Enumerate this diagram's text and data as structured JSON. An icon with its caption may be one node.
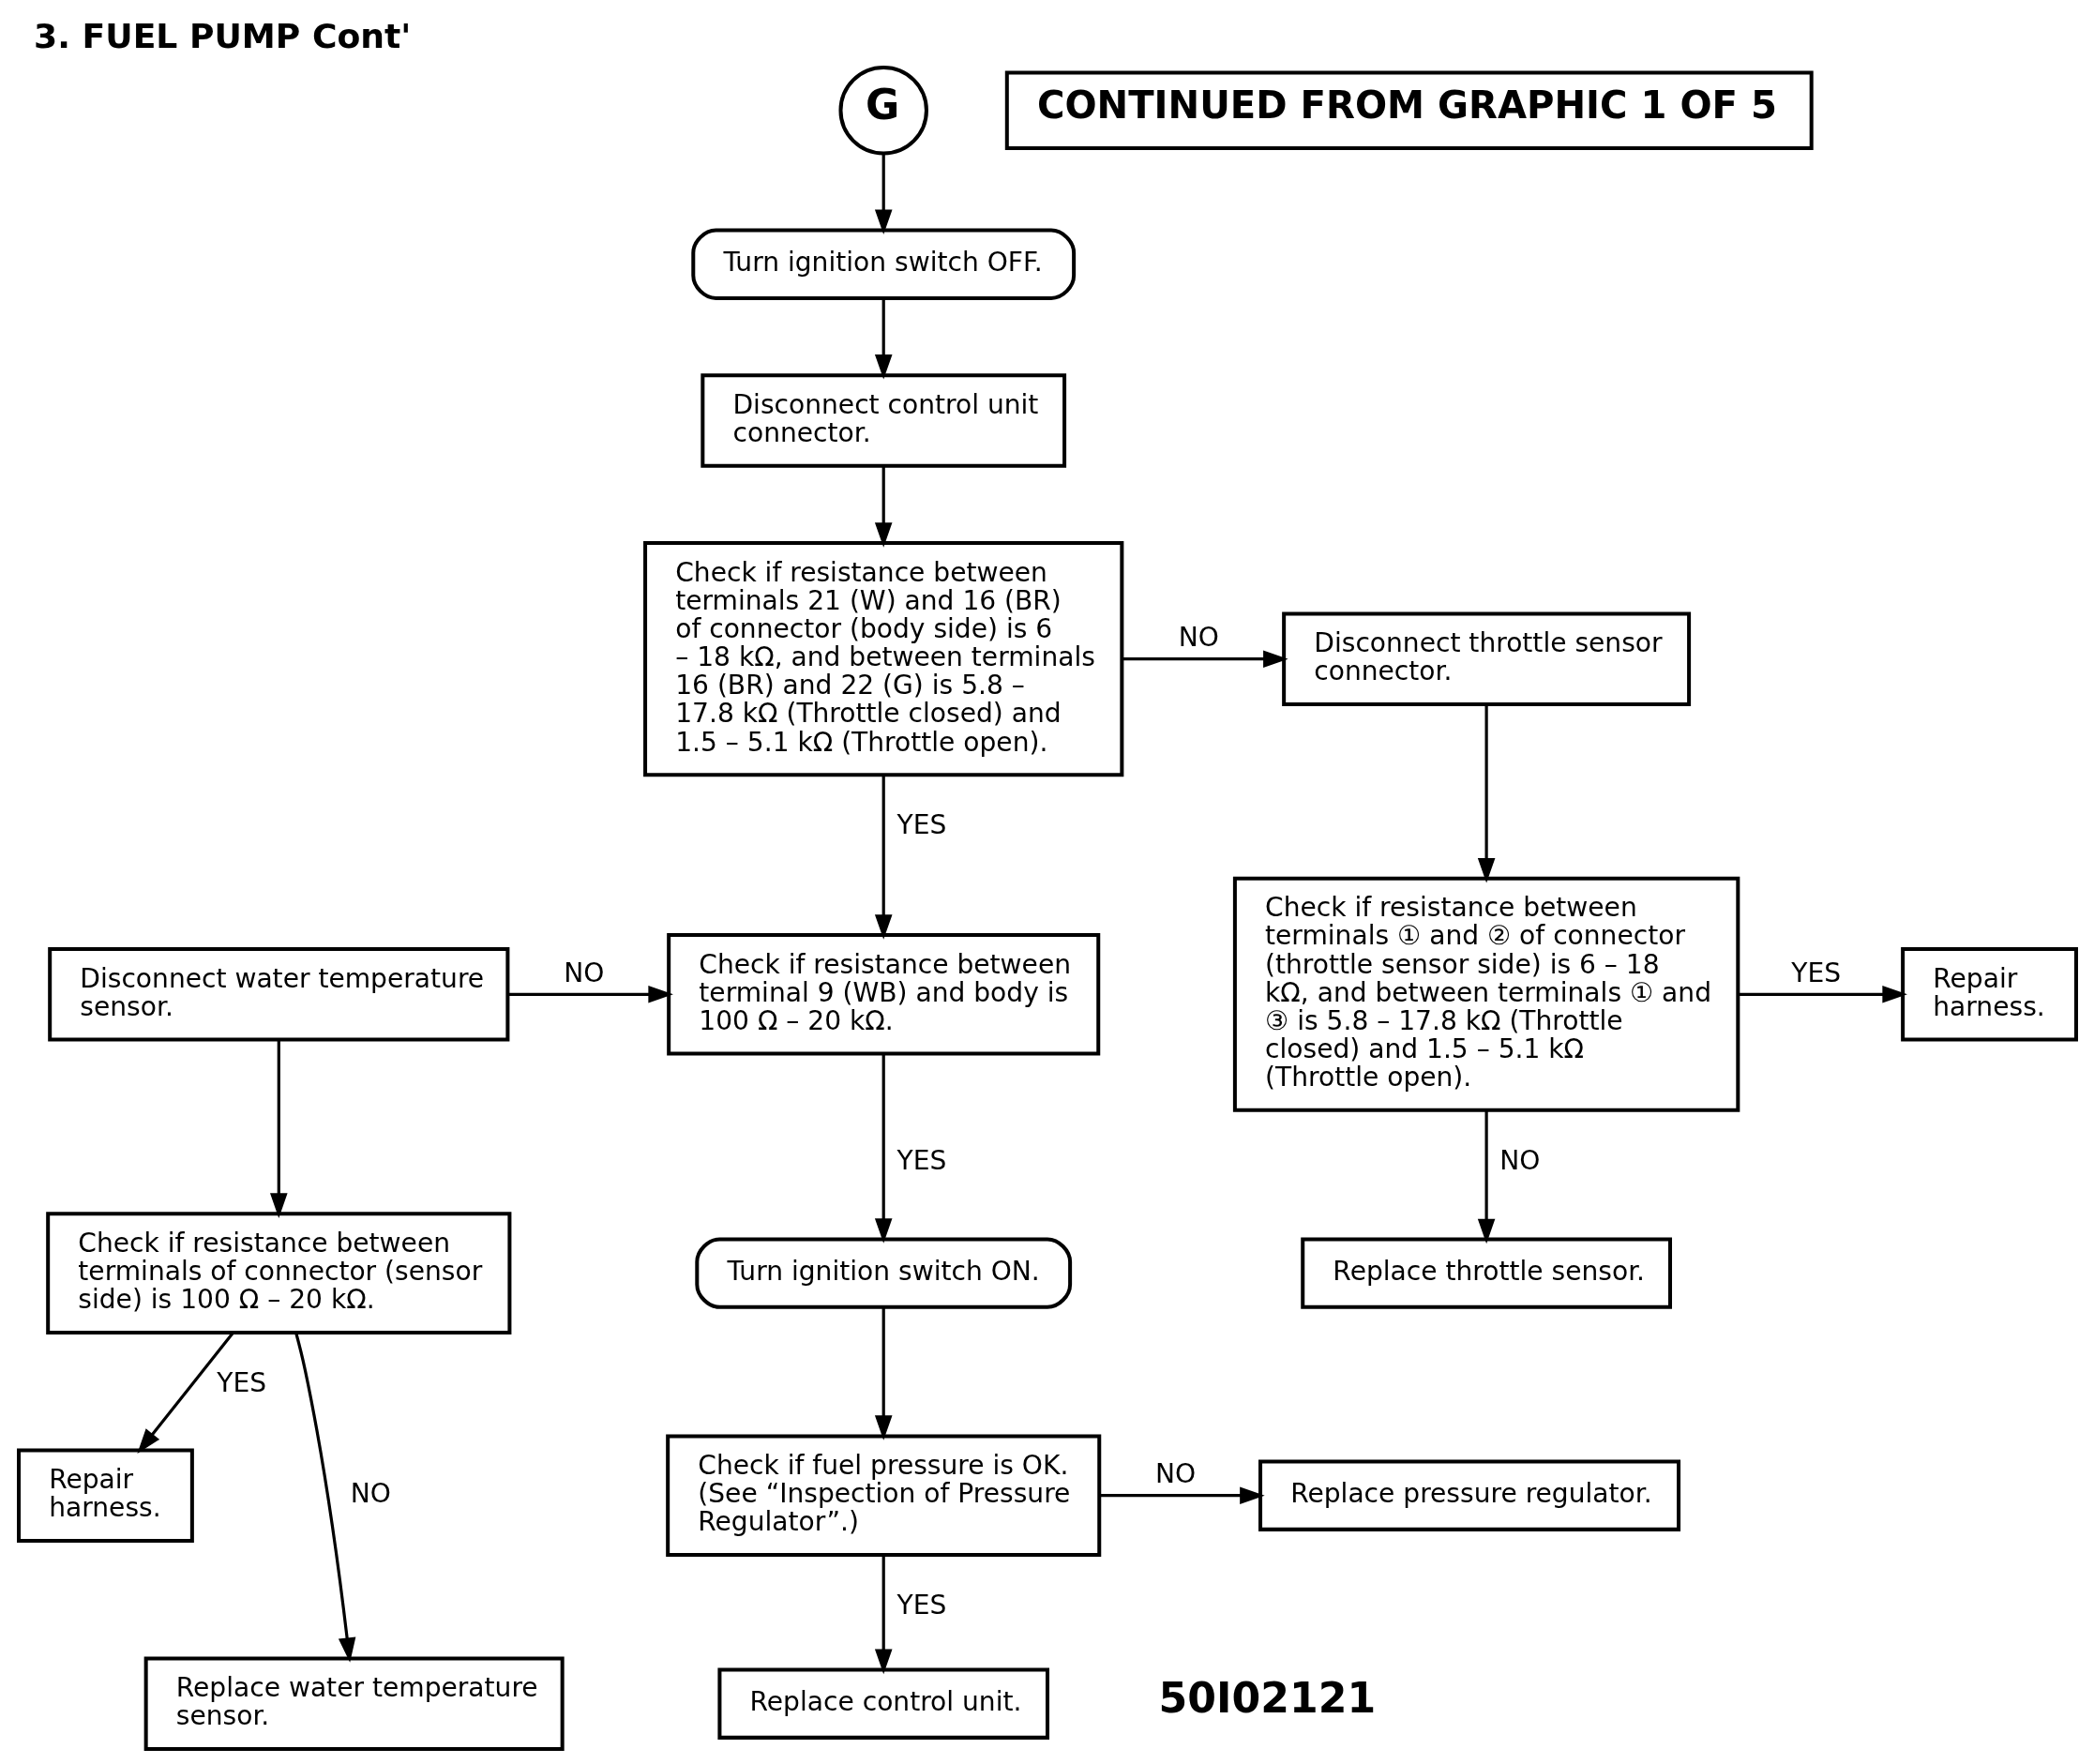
{
  "diagram": {
    "title": "3. FUEL PUMP Cont'",
    "nodes": [
      {
        "text": [
          "G"
        ]
      },
      {
        "text": [
          "CONTINUED FROM GRAPHIC 1 OF 5"
        ]
      },
      {
        "text": [
          "Turn ignition switch OFF."
        ]
      },
      {
        "text": [
          "Disconnect control unit connector."
        ]
      },
      {
        "text": [
          "Check if resistance between terminals 21 (W) and 16 (BR) of connector (body side) is 6 – 18 kΩ, and between terminals 16 (BR) and 22 (G) is 5.8 – 17.8 kΩ (Throttle closed) and 1.5 – 5.1 kΩ (Throttle open)."
        ]
      },
      {
        "text": [
          "Disconnect throttle sensor connector."
        ]
      },
      {
        "text": [
          "Check if resistance between terminals ① and ② of connector (throttle sensor side) is 6 – 18 kΩ, and between terminals ① and ③ is 5.8 – 17.8 kΩ (Throttle closed) and 1.5 – 5.1 kΩ (Throttle open)."
        ]
      },
      {
        "text": [
          "Repair harness."
        ]
      },
      {
        "text": [
          "Disconnect water temperature sensor."
        ]
      },
      {
        "text": [
          "Check if resistance between terminal 9 (WB) and body is 100 Ω – 20 kΩ."
        ]
      },
      {
        "text": [
          "Replace throttle sensor."
        ]
      },
      {
        "text": [
          "Check if resistance between terminals of connector (sensor side) is 100 Ω – 20 kΩ."
        ]
      },
      {
        "text": [
          "Turn ignition switch ON."
        ]
      },
      {
        "text": [
          "Repair harness."
        ]
      },
      {
        "text": [
          "Check if fuel pressure is OK. (See “Inspection of Pressure Regulator”.)"
        ]
      },
      {
        "text": [
          "Replace pressure regulator."
        ]
      },
      {
        "text": [
          "Replace water temperature sensor."
        ]
      },
      {
        "text": [
          "Replace control unit."
        ]
      }
    ],
    "edges": [
      {
        "from": 0,
        "to": 2,
        "arrow": "to"
      },
      {
        "from": 2,
        "to": 3,
        "arrow": "to"
      },
      {
        "from": 3,
        "to": 4,
        "arrow": "to"
      },
      {
        "from": 4,
        "to": 5,
        "arrow": "to",
        "label": "NO"
      },
      {
        "from": 4,
        "to": 9,
        "arrow": "to",
        "label": "YES"
      },
      {
        "from": 5,
        "to": 6,
        "arrow": "to"
      },
      {
        "from": 6,
        "to": 7,
        "arrow": "to",
        "label": "YES"
      },
      {
        "from": 6,
        "to": 10,
        "arrow": "to",
        "label": "NO"
      },
      {
        "from": 8,
        "to": 9,
        "arrow": "to",
        "label": "NO"
      },
      {
        "from": 9,
        "to": 12,
        "arrow": "to",
        "label": "YES"
      },
      {
        "from": 8,
        "to": 11,
        "arrow": "to"
      },
      {
        "from": 11,
        "to": 13,
        "arrow": "to",
        "label": "YES"
      },
      {
        "from": 11,
        "to": 16,
        "arrow": "to",
        "label": "NO"
      },
      {
        "from": 12,
        "to": 14,
        "arrow": "to"
      },
      {
        "from": 14,
        "to": 15,
        "arrow": "to",
        "label": "NO"
      },
      {
        "from": 14,
        "to": 17,
        "arrow": "to",
        "label": "YES"
      }
    ],
    "labels": [
      "50I02121"
    ]
  }
}
